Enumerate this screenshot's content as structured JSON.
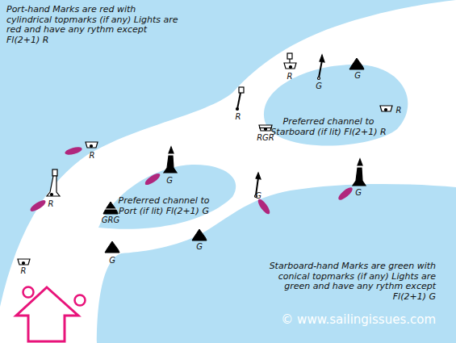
{
  "diagram": {
    "labels": [
      "Port-hand Marks are red with cylindrical topmarks (if any) Lights are red and have any rythm except Fl(2+1) R",
      "R",
      "G",
      "G",
      "R",
      "R",
      "Preferred channel to Starboard (if lit) Fl(2+1) R",
      "RGR",
      "R",
      "G",
      "Preferred channel to Port (if lit) Fl(2+1) G",
      "G",
      "G",
      "R",
      "GRG",
      "G",
      "G",
      "R",
      "Starboard-hand Marks are green with conical topmarks (if any) Lights are green and have any rythm except Fl(2+1) G",
      "© www.sailingissues.com"
    ]
  }
}
